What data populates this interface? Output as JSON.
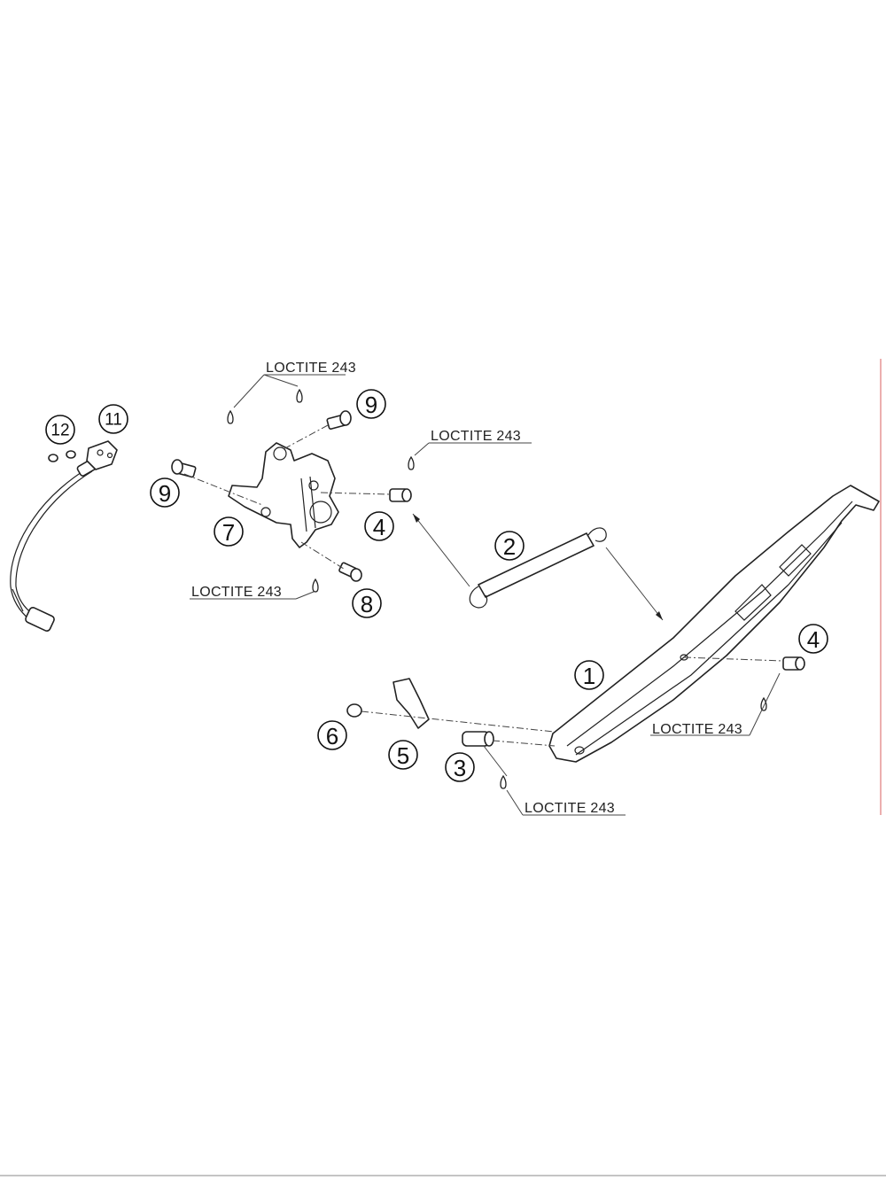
{
  "callouts": {
    "c1": "1",
    "c2": "2",
    "c3": "3",
    "c4a": "4",
    "c4b": "4",
    "c5": "5",
    "c6": "6",
    "c7": "7",
    "c8": "8",
    "c9a": "9",
    "c9b": "9",
    "c11": "11",
    "c12": "12"
  },
  "notes": {
    "loctite_top": "LOCTITE 243",
    "loctite_mid": "LOCTITE 243",
    "loctite_left": "LOCTITE 243",
    "loctite_right": "LOCTITE 243",
    "loctite_bottom": "LOCTITE 243"
  }
}
